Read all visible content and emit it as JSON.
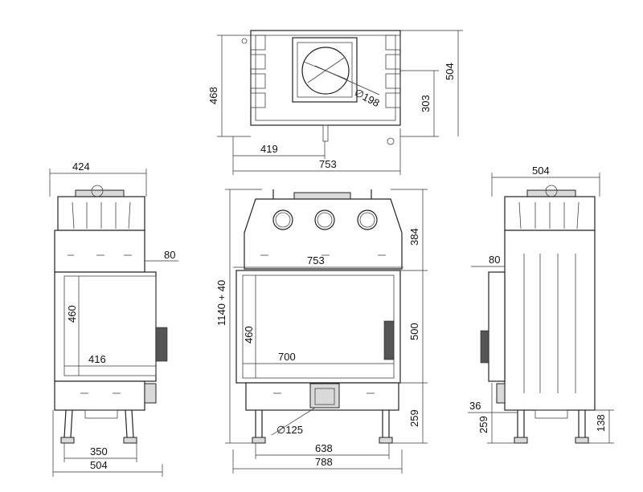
{
  "labels": {
    "top_depth": "468",
    "top_offset": "419",
    "top_width": "753",
    "flue_diameter": "∅198",
    "top_flue_pos": "303",
    "top_overall": "504",
    "left_width": "424",
    "left_door_depth": "80",
    "left_glass_h": "460",
    "left_glass_w": "416",
    "left_feet": "350",
    "left_overall": "504",
    "front_top_h": "384",
    "front_inner_w": "753",
    "front_total_h": "1140 + 40",
    "front_glass_h": "460",
    "front_glass_w": "700",
    "front_door_h": "500",
    "front_base_h": "259",
    "front_air": "∅125",
    "front_feet": "638",
    "front_overall": "788",
    "right_width": "504",
    "right_door_depth": "80",
    "right_foot_offset": "36",
    "right_base_h": "259",
    "right_foot_h": "138"
  }
}
